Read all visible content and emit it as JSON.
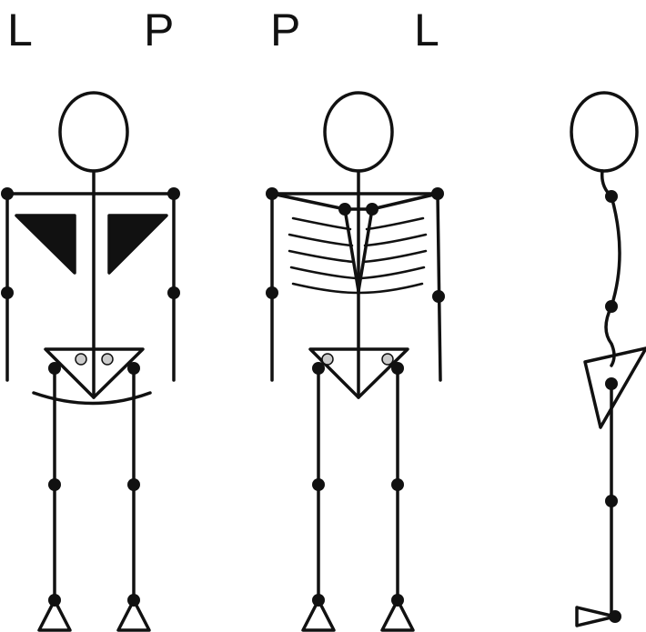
{
  "labels": {
    "front_left": "L",
    "front_right": "P",
    "back_left": "P",
    "back_right": "L"
  },
  "colors": {
    "stroke": "#111111",
    "joint": "#111111",
    "pelvis_marker": "#cccccc"
  }
}
